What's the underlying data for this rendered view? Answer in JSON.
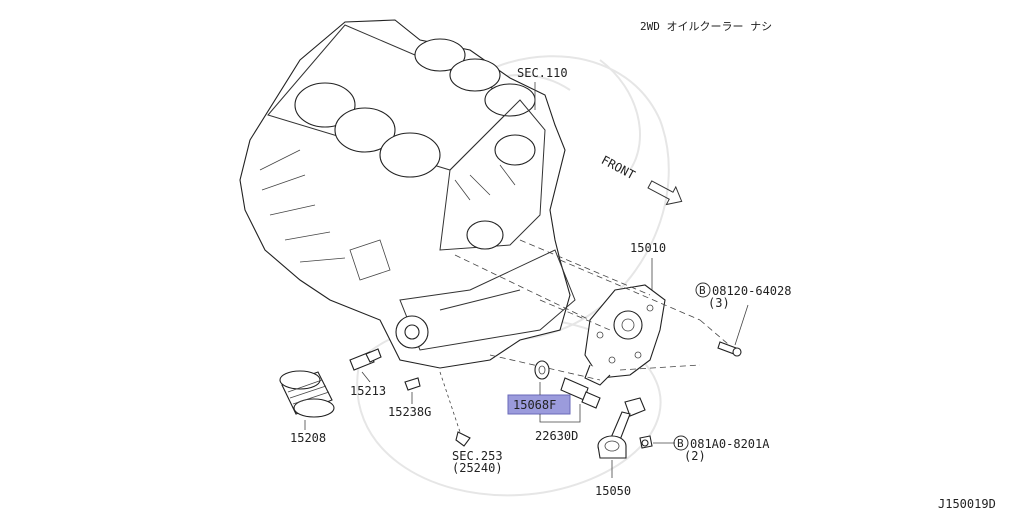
{
  "diagram": {
    "note": "2WD オイルクーラー ナシ",
    "drawing_id": "J150019D",
    "highlight_color": "#9b9bdc",
    "sections": {
      "sec110": "SEC.110",
      "sec253_line1": "SEC.253",
      "sec253_line2": "(25240)"
    },
    "front_label": "FRONT",
    "callouts": {
      "p15010": "15010",
      "bolt_a_code": "08120-64028",
      "bolt_a_qty": "(3)",
      "bolt_a_symbol": "B",
      "p15213": "15213",
      "p15238g": "15238G",
      "p15208": "15208",
      "p15068f": "15068F",
      "p22630d": "22630D",
      "bolt_b_code": "081A0-8201A",
      "bolt_b_qty": "(2)",
      "bolt_b_symbol": "B",
      "p15050": "15050"
    }
  }
}
